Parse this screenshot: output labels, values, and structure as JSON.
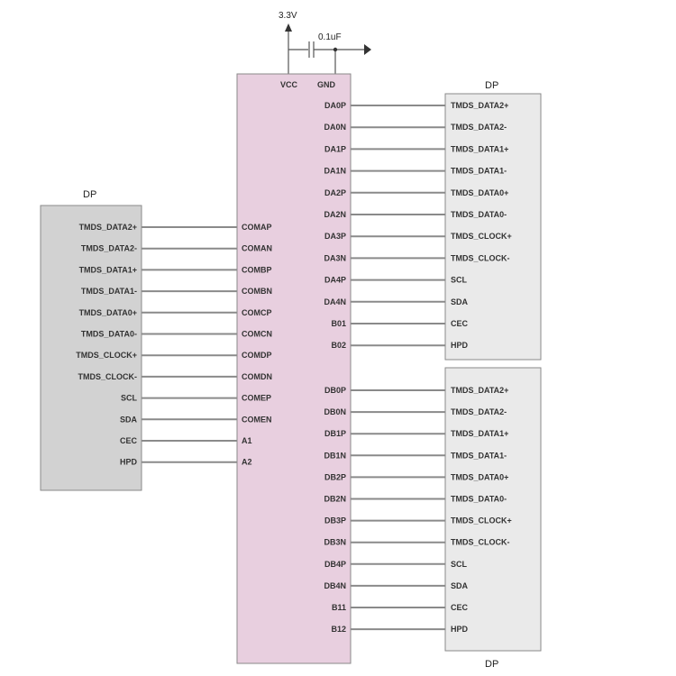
{
  "power": {
    "supply_label": "3.3V",
    "cap_label": "0.1uF"
  },
  "ic": {
    "top_pins": [
      "VCC",
      "GND"
    ],
    "left_pins": [
      "COMAP",
      "COMAN",
      "COMBP",
      "COMBN",
      "COMCP",
      "COMCN",
      "COMDP",
      "COMDN",
      "COMEP",
      "COMEN",
      "A1",
      "A2"
    ],
    "right_pins_a": [
      "DA0P",
      "DA0N",
      "DA1P",
      "DA1N",
      "DA2P",
      "DA2N",
      "DA3P",
      "DA3N",
      "DA4P",
      "DA4N",
      "B01",
      "B02"
    ],
    "right_pins_b": [
      "DB0P",
      "DB0N",
      "DB1P",
      "DB1N",
      "DB2P",
      "DB2N",
      "DB3P",
      "DB3N",
      "DB4P",
      "DB4N",
      "B11",
      "B12"
    ]
  },
  "connectors": {
    "left": {
      "title": "DP",
      "pins": [
        "TMDS_DATA2+",
        "TMDS_DATA2-",
        "TMDS_DATA1+",
        "TMDS_DATA1-",
        "TMDS_DATA0+",
        "TMDS_DATA0-",
        "TMDS_CLOCK+",
        "TMDS_CLOCK-",
        "SCL",
        "SDA",
        "CEC",
        "HPD"
      ]
    },
    "right_top": {
      "title": "DP",
      "pins": [
        "TMDS_DATA2+",
        "TMDS_DATA2-",
        "TMDS_DATA1+",
        "TMDS_DATA1-",
        "TMDS_DATA0+",
        "TMDS_DATA0-",
        "TMDS_CLOCK+",
        "TMDS_CLOCK-",
        "SCL",
        "SDA",
        "CEC",
        "HPD"
      ]
    },
    "right_bottom": {
      "title": "DP",
      "pins": [
        "TMDS_DATA2+",
        "TMDS_DATA2-",
        "TMDS_DATA1+",
        "TMDS_DATA1-",
        "TMDS_DATA0+",
        "TMDS_DATA0-",
        "TMDS_CLOCK+",
        "TMDS_CLOCK-",
        "SCL",
        "SDA",
        "CEC",
        "HPD"
      ]
    }
  },
  "colors": {
    "ic_fill": "#e8cfdf",
    "left_box_fill": "#d2d2d2",
    "right_box_fill": "#eaeaea",
    "box_stroke": "#8a8a8a",
    "wire": "#8a8a8a"
  }
}
